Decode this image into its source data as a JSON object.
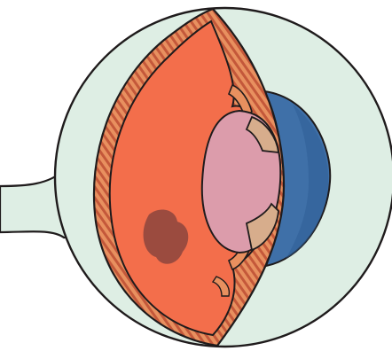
{
  "diagram": {
    "subject": "eye-cross-section-illustration",
    "parts": [
      "optic-nerve",
      "eyeball-outer",
      "retina-wall",
      "vitreous-chamber",
      "lesion-spot",
      "lens",
      "iris",
      "cornea"
    ]
  },
  "colors": {
    "background": "#ffffff",
    "eyeball": "#deeee4",
    "outline": "#1f1b1c",
    "retina_wall": "#e8905f",
    "retina_stripes": "#c4583a",
    "vitreous": "#f36e4b",
    "lesion": "#9b4b3f",
    "lens": "#dc9cab",
    "iris_tan": "#d7ad8c",
    "cornea": "#3f70a8",
    "cornea_dark": "#2f5f95"
  }
}
